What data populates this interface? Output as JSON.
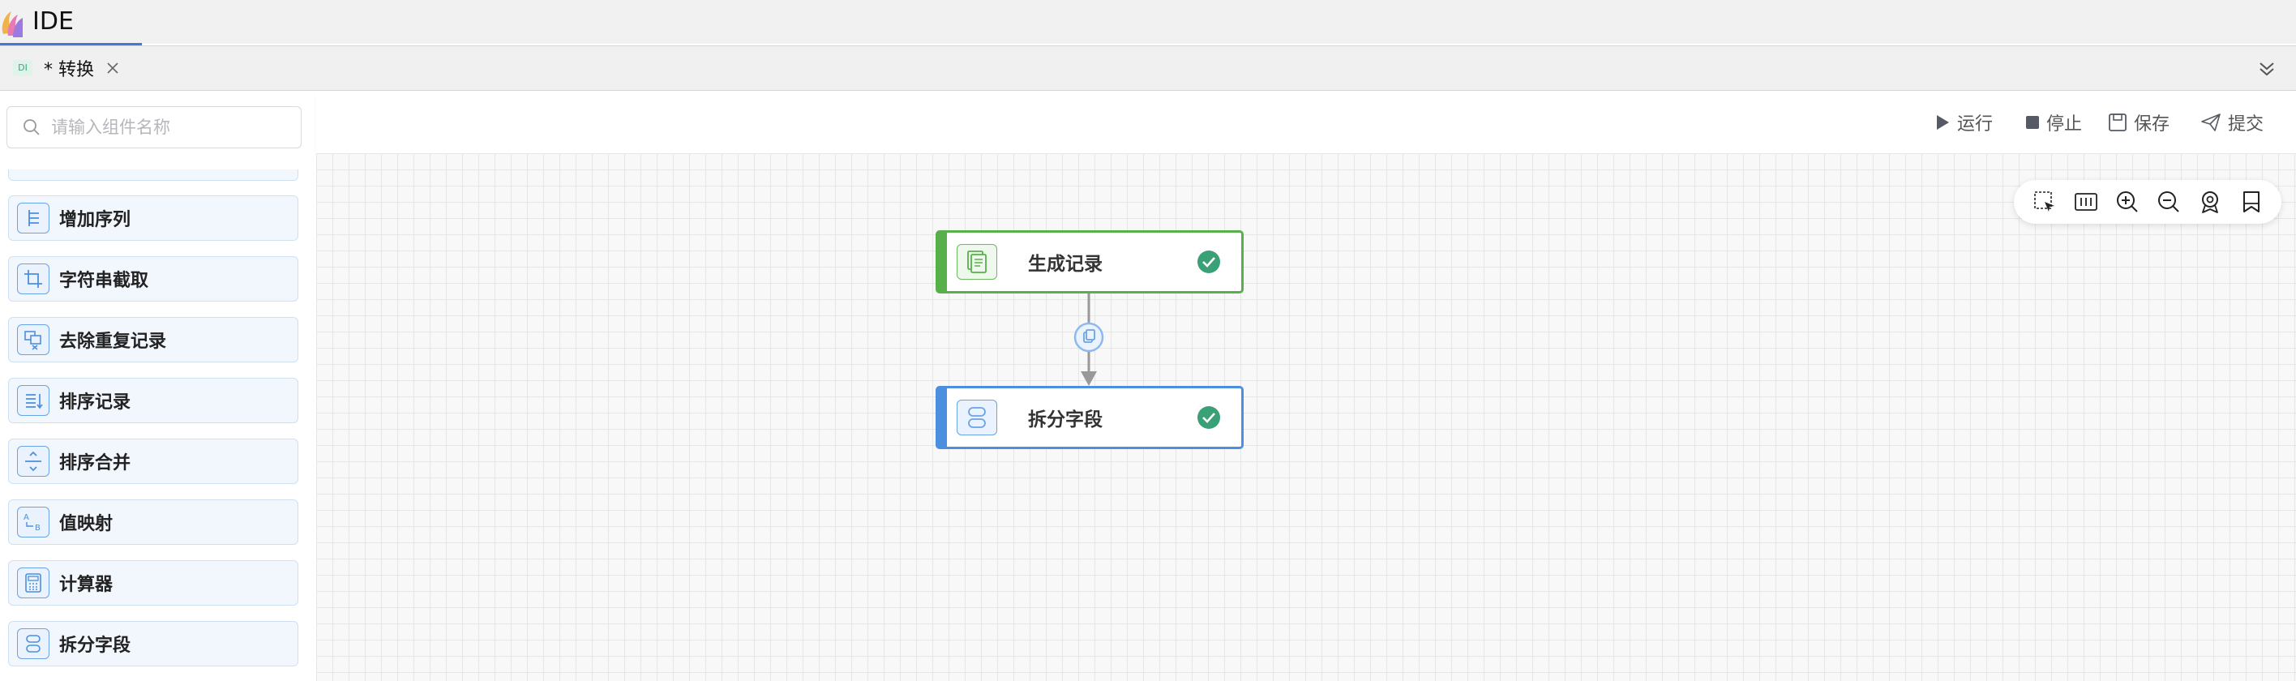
{
  "header": {
    "app_title": "IDE"
  },
  "tabs": [
    {
      "icon_text": "DI",
      "label": "* 转换"
    }
  ],
  "sidebar": {
    "search_placeholder": "请输入组件名称",
    "items": [
      {
        "label": "增加序列",
        "icon": "sequence-icon"
      },
      {
        "label": "字符串截取",
        "icon": "crop-icon"
      },
      {
        "label": "去除重复记录",
        "icon": "dedupe-icon"
      },
      {
        "label": "排序记录",
        "icon": "sort-icon"
      },
      {
        "label": "排序合并",
        "icon": "merge-icon"
      },
      {
        "label": "值映射",
        "icon": "value-mapping-icon"
      },
      {
        "label": "计算器",
        "icon": "calculator-icon"
      },
      {
        "label": "拆分字段",
        "icon": "split-field-icon"
      }
    ]
  },
  "toolbar": {
    "run_label": "运行",
    "stop_label": "停止",
    "save_label": "保存",
    "submit_label": "提交"
  },
  "canvas": {
    "tools": [
      "select-area-icon",
      "fit-view-icon",
      "zoom-in-icon",
      "zoom-out-icon",
      "locate-icon",
      "bookmark-icon"
    ],
    "nodes": [
      {
        "label": "生成记录",
        "status": "success",
        "color": "#58b04a"
      },
      {
        "label": "拆分字段",
        "status": "success",
        "color": "#4b8fde"
      }
    ]
  },
  "colors": {
    "accent": "#3f7bd6",
    "success": "#3aa177",
    "node_green": "#58b04a",
    "node_blue": "#4b8fde"
  }
}
